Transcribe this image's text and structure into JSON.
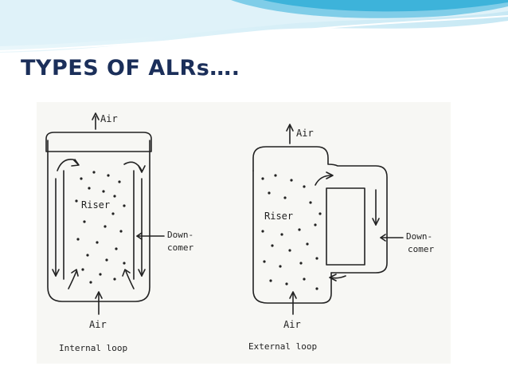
{
  "slide": {
    "title": "TYPES OF ALRs…."
  },
  "internal_loop": {
    "air_out_label": "Air",
    "riser_label": "Riser",
    "downcomer_label_1": "Down-",
    "downcomer_label_2": "comer",
    "air_in_label": "Air",
    "caption": "Internal loop"
  },
  "external_loop": {
    "air_out_label": "Air",
    "riser_label": "Riser",
    "downcomer_label_1": "Down-",
    "downcomer_label_2": "comer",
    "air_in_label": "Air",
    "caption": "External loop"
  },
  "colors": {
    "title": "#1b2f5a",
    "header_light": "#d6eef7",
    "header_accent": "#3db3da",
    "ink": "#222222"
  }
}
